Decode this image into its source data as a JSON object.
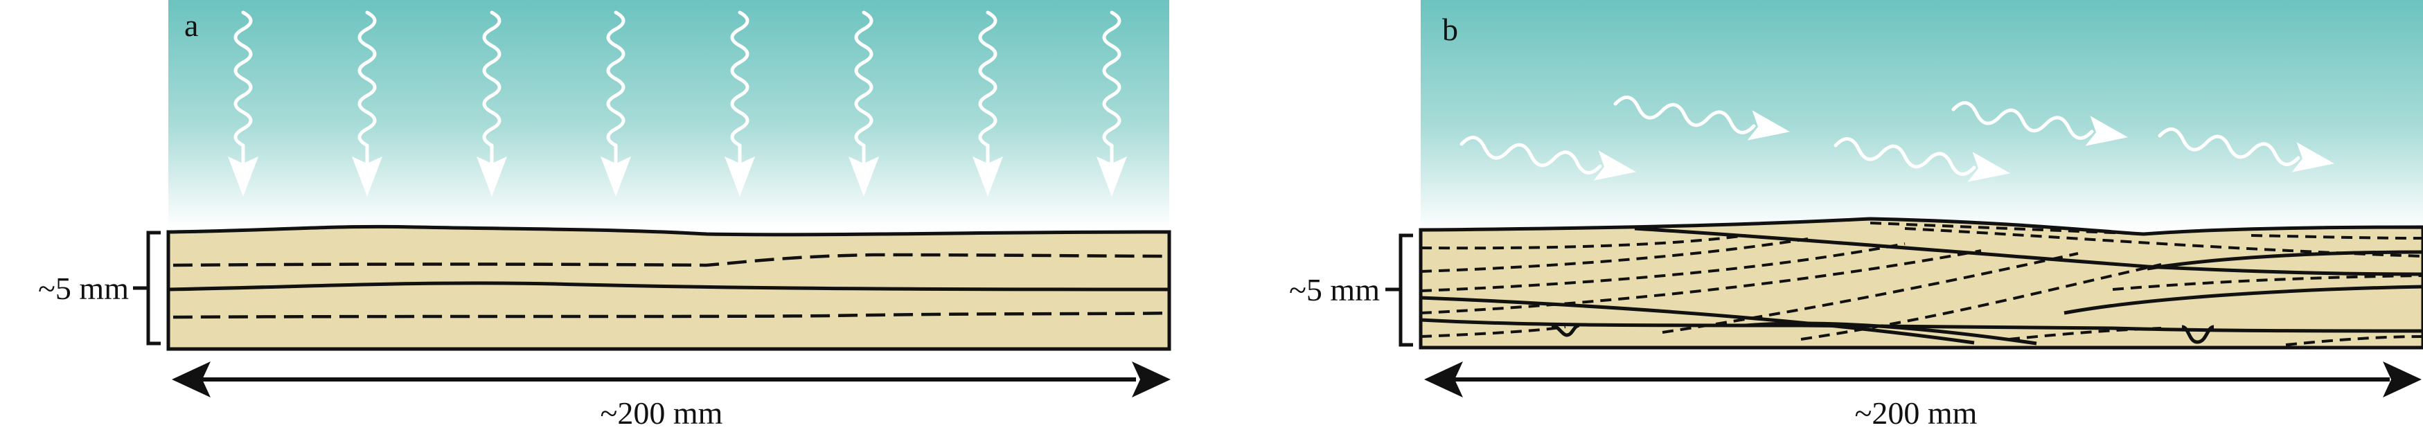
{
  "panels": [
    {
      "label": "a",
      "thickness_label": "~5 mm",
      "length_label": "~200 mm",
      "radiation": "vertical"
    },
    {
      "label": "b",
      "thickness_label": "~5 mm",
      "length_label": "~200 mm",
      "radiation": "oblique"
    }
  ],
  "colors": {
    "sky_top": "#6cc3bf",
    "sky_bottom": "#ffffff",
    "sediment": "#e8dcae",
    "ink": "#111111",
    "radiation_arrows": "#ffffff"
  },
  "icons": {
    "radiation": "wavy-down-arrow-icon",
    "radiation_oblique": "wavy-right-arrow-icon"
  }
}
